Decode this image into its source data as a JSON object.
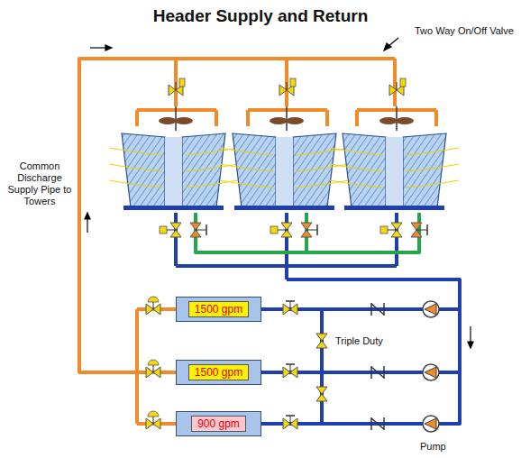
{
  "diagram": {
    "title": "Header Supply and Return",
    "nodes": [
      {
        "text": [
          "1500 gpm"
        ]
      },
      {
        "text": [
          "1500 gpm"
        ]
      },
      {
        "text": [
          "900 gpm"
        ]
      }
    ],
    "labels": [
      "Two Way On/Off Valve",
      "Common Discharge Supply Pipe to Towers",
      "Triple Duty",
      "Pump"
    ]
  }
}
